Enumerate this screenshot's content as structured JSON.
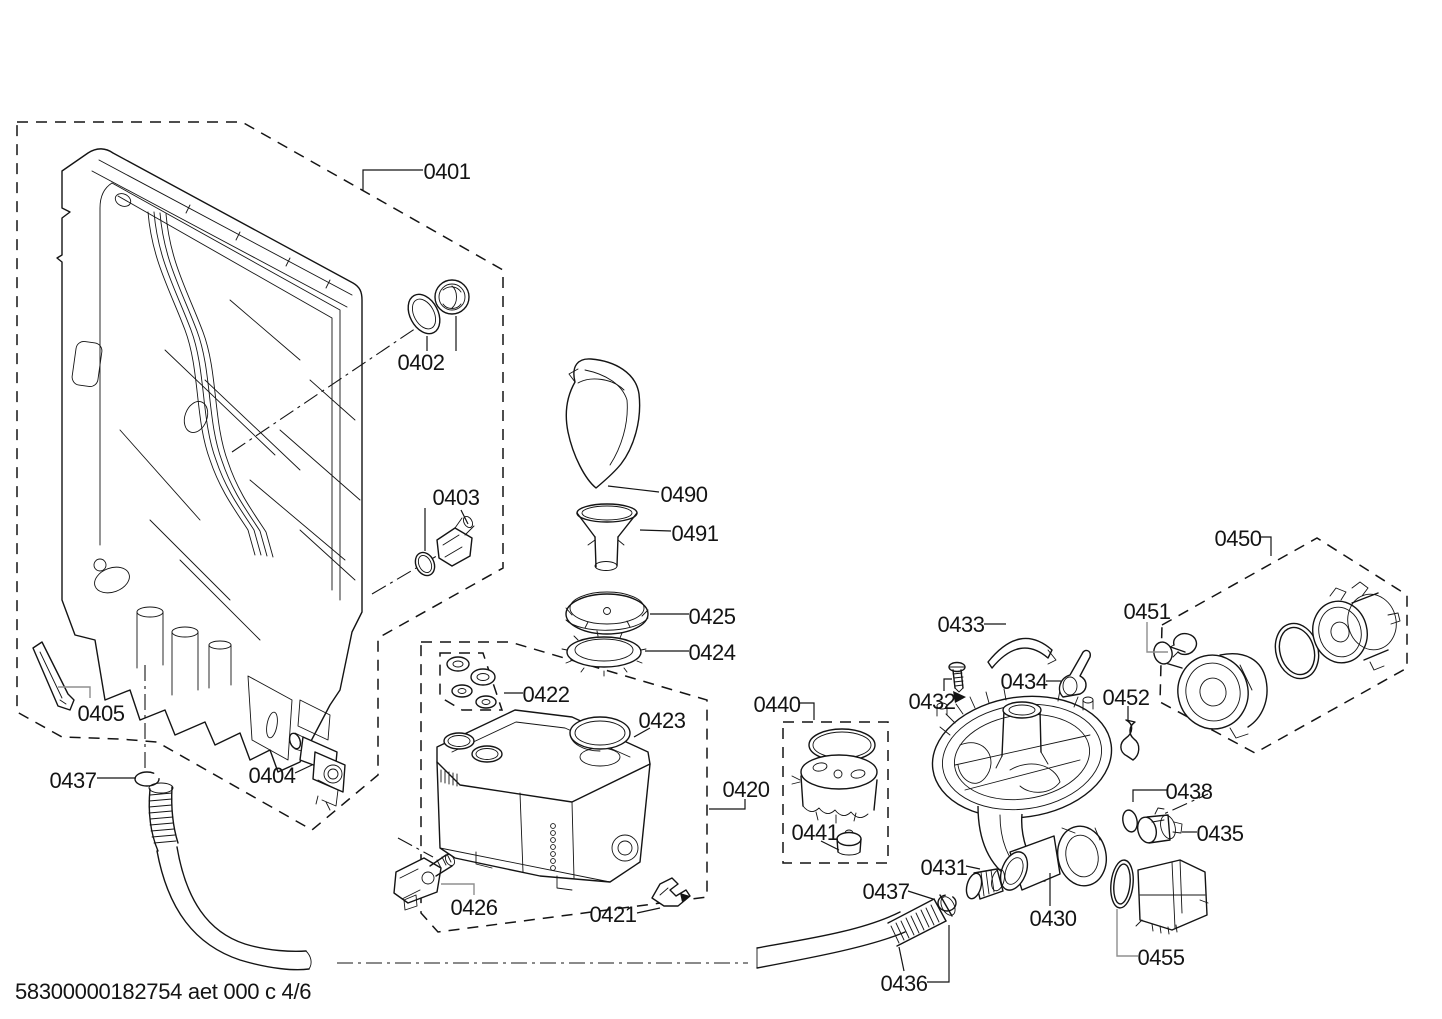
{
  "footer": {
    "text": "58300000182754 aet 000 c 4/6"
  },
  "colors": {
    "ink": "#141414",
    "leader_gray": "#8f8f8f",
    "paper": "#ffffff"
  },
  "labels": {
    "0401": "0401",
    "0402": "0402",
    "0403": "0403",
    "0404": "0404",
    "0405": "0405",
    "0420": "0420",
    "0421": "0421",
    "0422": "0422",
    "0423": "0423",
    "0424": "0424",
    "0425": "0425",
    "0426": "0426",
    "0430": "0430",
    "0431": "0431",
    "0432": "0432",
    "0433": "0433",
    "0434": "0434",
    "0435": "0435",
    "0436": "0436",
    "0437": "0437",
    "0438": "0438",
    "0440": "0440",
    "0441": "0441",
    "0450": "0450",
    "0451": "0451",
    "0452": "0452",
    "0455": "0455",
    "0490": "0490",
    "0491": "0491"
  }
}
